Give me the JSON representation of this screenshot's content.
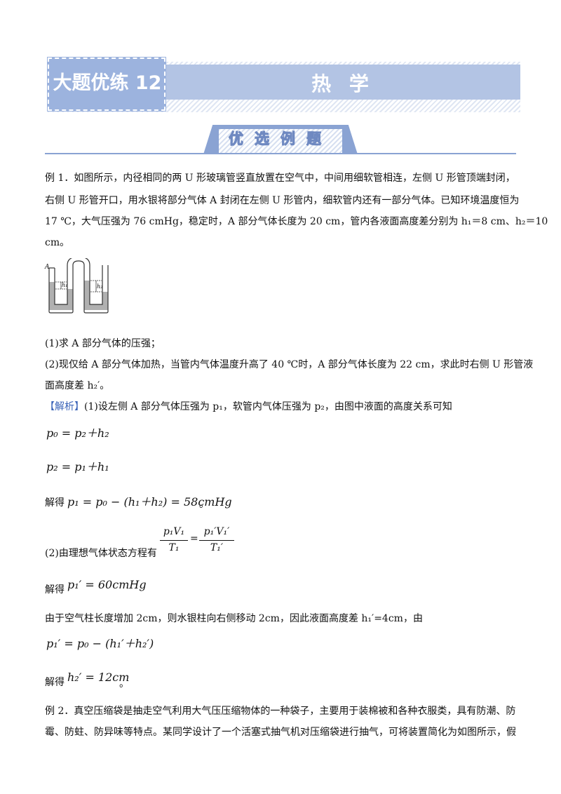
{
  "header": {
    "number_label": "大题优练 12",
    "subject": "热 学"
  },
  "section": {
    "title": "优选例题"
  },
  "example1": {
    "line1": "例 1．如图所示，内径相同的两 U 形玻璃管竖直放置在空气中，中间用细软管相连，左侧 U 形管顶端封闭，",
    "line2": "右侧 U 形管开口，用水银将部分气体 A 封闭在左侧 U 形管内，细软管内还有一部分气体。已知环境温度恒为",
    "line3": "17 ℃，大气压强为 76 cmHg，稳定时，A 部分气体长度为 20 cm，管内各液面高度差分别为 h₁＝8 cm、h₂＝10",
    "line4": "cm。",
    "figure_labels": {
      "a": "A",
      "h1": "h₁",
      "h2": "h₂"
    },
    "q1": "(1)求 A 部分气体的压强；",
    "q2_line1": "(2)现仅给 A 部分气体加热，当管内气体温度升高了 40 ℃时，A 部分气体长度为 22 cm，求此时右侧 U 形管液",
    "q2_line2": "面高度差 h₂′。",
    "solution": {
      "tag": "【解析】",
      "intro": "(1)设左侧 A 部分气体压强为 p₁，软管内气体压强为 p₂，由图中液面的高度关系可知",
      "eq1": "p₀ = p₂＋h₂",
      "eq2": "p₂ = p₁＋h₁",
      "solve_prefix": "解得",
      "eq3": "p₁ = p₀ − (h₁＋h₂) = 58cmHg",
      "period": "。",
      "part2_prefix": "(2)由理想气体状态方程有",
      "frac_left_num": "p₁V₁",
      "frac_left_den": "T₁",
      "frac_right_num": "p₁′V₁′",
      "frac_right_den": "T₁′",
      "eq4": "p₁′ = 60cmHg",
      "explain": "由于空气柱长度增加 2cm，则水银柱向右侧移动 2cm，因此液面高度差 h₁′=4cm，由",
      "eq5": "p₁′ = p₀ − (h₁′＋h₂′)",
      "eq6": "h₂′ = 12cm"
    }
  },
  "example2": {
    "line1": "例 2．真空压缩袋是抽走空气利用大气压压缩物体的一种袋子，主要用于装棉被和各种衣服类，具有防潮、防",
    "line2": "霉、防蛀、防异味等特点。某同学设计了一个活塞式抽气机对压缩袋进行抽气，可将装置简化为如图所示，假"
  }
}
